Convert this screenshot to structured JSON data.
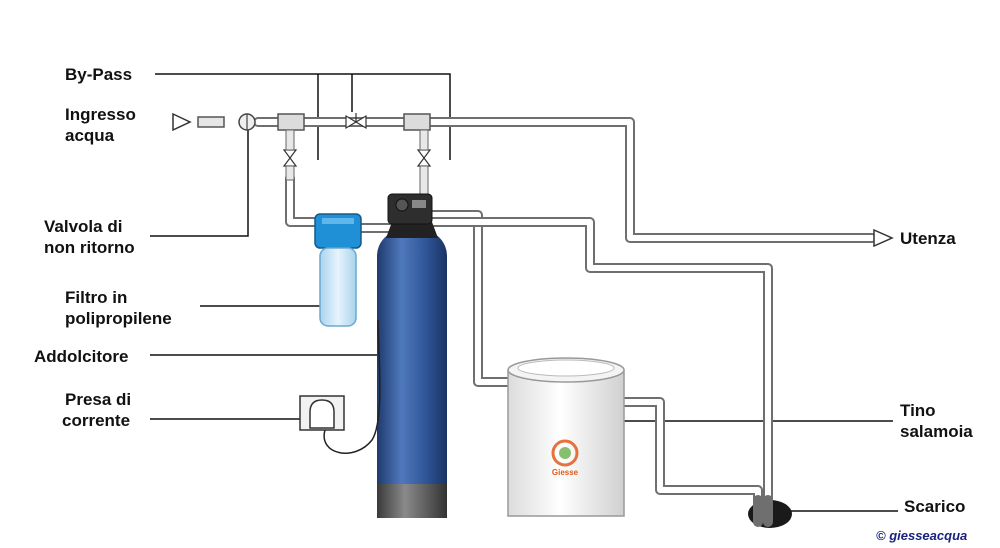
{
  "labels": {
    "bypass": "By-Pass",
    "ingresso_1": "Ingresso",
    "ingresso_2": "acqua",
    "valvola_1": "Valvola di",
    "valvola_2": "non ritorno",
    "filtro_1": "Filtro in",
    "filtro_2": "polipropilene",
    "addolcitore": "Addolcitore",
    "presa_1": "Presa di",
    "presa_2": "corrente",
    "utenza": "Utenza",
    "tino_1": "Tino",
    "tino_2": "salamoia",
    "scarico": "Scarico"
  },
  "logo_text": "Giesse",
  "copyright": "© giesseacqua",
  "colors": {
    "pipe": "#6f6f6f",
    "tank": "#2b4f8f",
    "filter_head": "#1f8fd6",
    "filter_bowl": "#cfe8f6",
    "brine": "#f5f5f5",
    "text": "#111111",
    "copyright": "#1a237e"
  }
}
